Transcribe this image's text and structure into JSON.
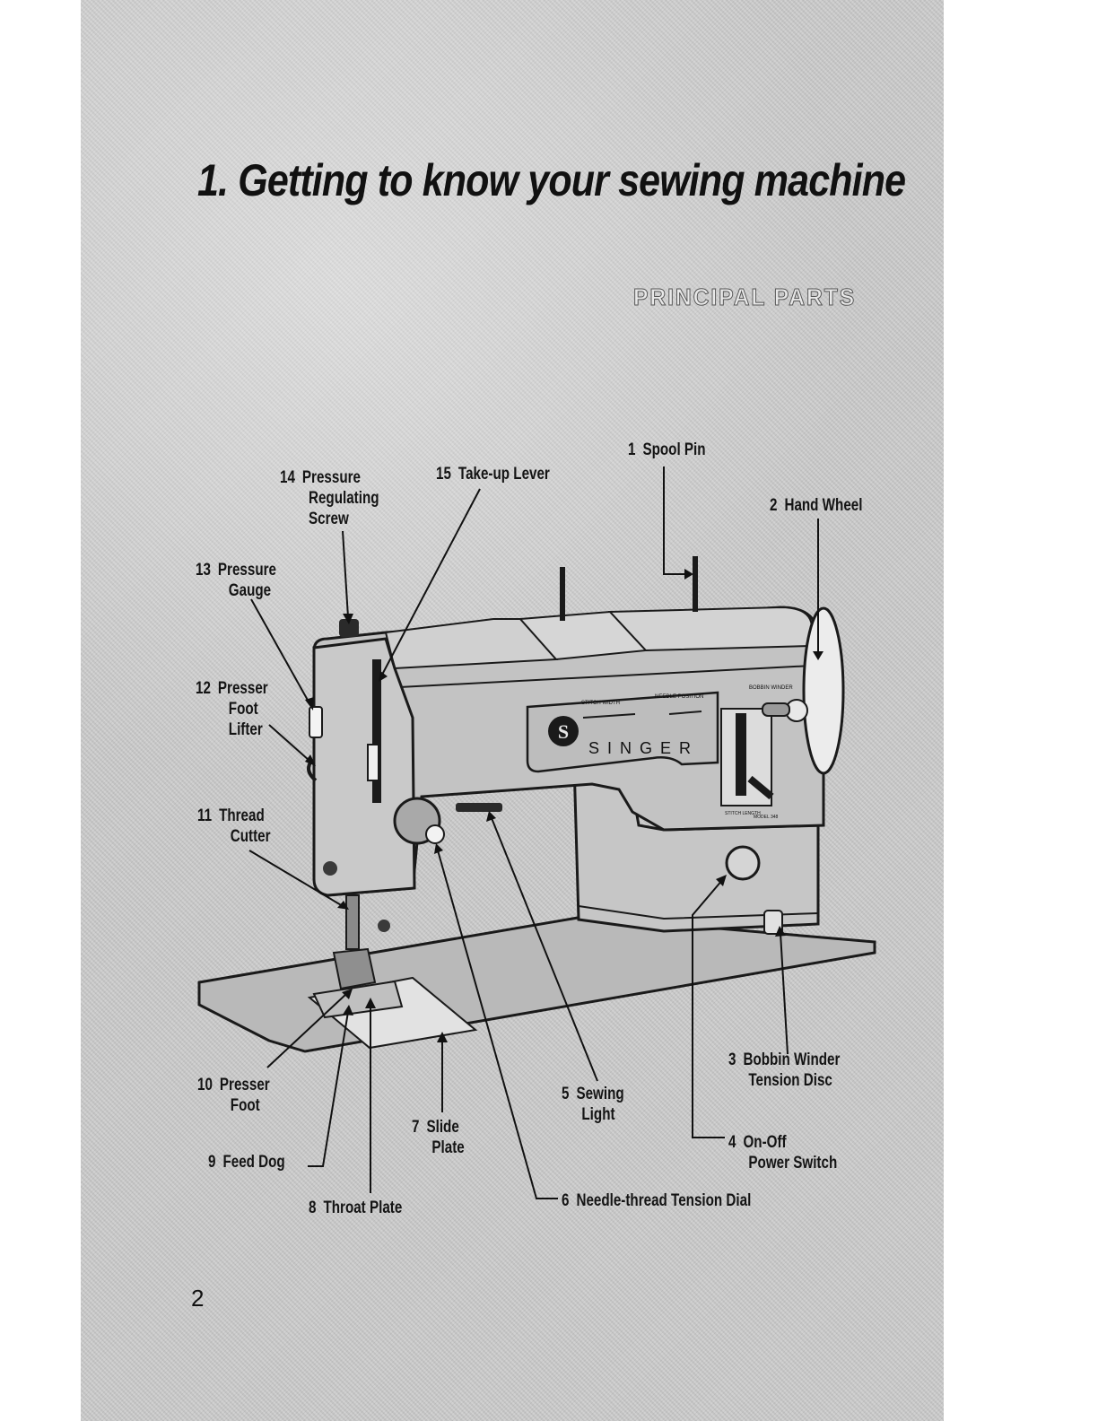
{
  "heading": "1. Getting to know your sewing machine",
  "subheading": "PRINCIPAL PARTS",
  "page_number": "2",
  "machine": {
    "brand": "SINGER",
    "logo_letter": "S",
    "panel_labels": [
      "STITCH WIDTH",
      "NEEDLE POSITION",
      "BOBBIN WINDER",
      "STITCH LENGTH",
      "MODEL 348"
    ]
  },
  "parts": [
    {
      "num": "1",
      "lines": [
        "Spool Pin"
      ]
    },
    {
      "num": "2",
      "lines": [
        "Hand Wheel"
      ]
    },
    {
      "num": "3",
      "lines": [
        "Bobbin Winder",
        "Tension Disc"
      ]
    },
    {
      "num": "4",
      "lines": [
        "On-Off",
        "Power Switch"
      ]
    },
    {
      "num": "5",
      "lines": [
        "Sewing",
        "Light"
      ]
    },
    {
      "num": "6",
      "lines": [
        "Needle-thread Tension Dial"
      ]
    },
    {
      "num": "7",
      "lines": [
        "Slide",
        "Plate"
      ]
    },
    {
      "num": "8",
      "lines": [
        "Throat Plate"
      ]
    },
    {
      "num": "9",
      "lines": [
        "Feed Dog"
      ]
    },
    {
      "num": "10",
      "lines": [
        "Presser",
        "Foot"
      ]
    },
    {
      "num": "11",
      "lines": [
        "Thread",
        "Cutter"
      ]
    },
    {
      "num": "12",
      "lines": [
        "Presser",
        "Foot",
        "Lifter"
      ]
    },
    {
      "num": "13",
      "lines": [
        "Pressure",
        "Gauge"
      ]
    },
    {
      "num": "14",
      "lines": [
        "Pressure",
        "Regulating",
        "Screw"
      ]
    },
    {
      "num": "15",
      "lines": [
        "Take-up Lever"
      ]
    }
  ]
}
